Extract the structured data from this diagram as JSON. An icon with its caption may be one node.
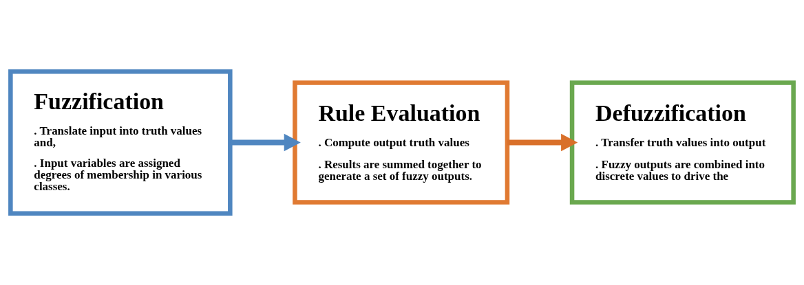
{
  "diagram": {
    "nodes": [
      {
        "text": [
          "Fuzzification",
          ". Translate input into truth values and,",
          ". Input variables are assigned degrees of membership in various classes."
        ]
      },
      {
        "text": [
          "Rule Evaluation",
          ". Compute output truth values",
          ". Results are summed together to generate a set of fuzzy outputs."
        ]
      },
      {
        "text": [
          "Defuzzification",
          ". Transfer truth values into output",
          ". Fuzzy outputs are combined into discrete values to drive the"
        ]
      }
    ],
    "edges": [
      {
        "from": 0,
        "to": 1,
        "arrow": "to",
        "color": "#4f86c0"
      },
      {
        "from": 1,
        "to": 2,
        "arrow": "to",
        "color": "#d9702a"
      }
    ]
  }
}
